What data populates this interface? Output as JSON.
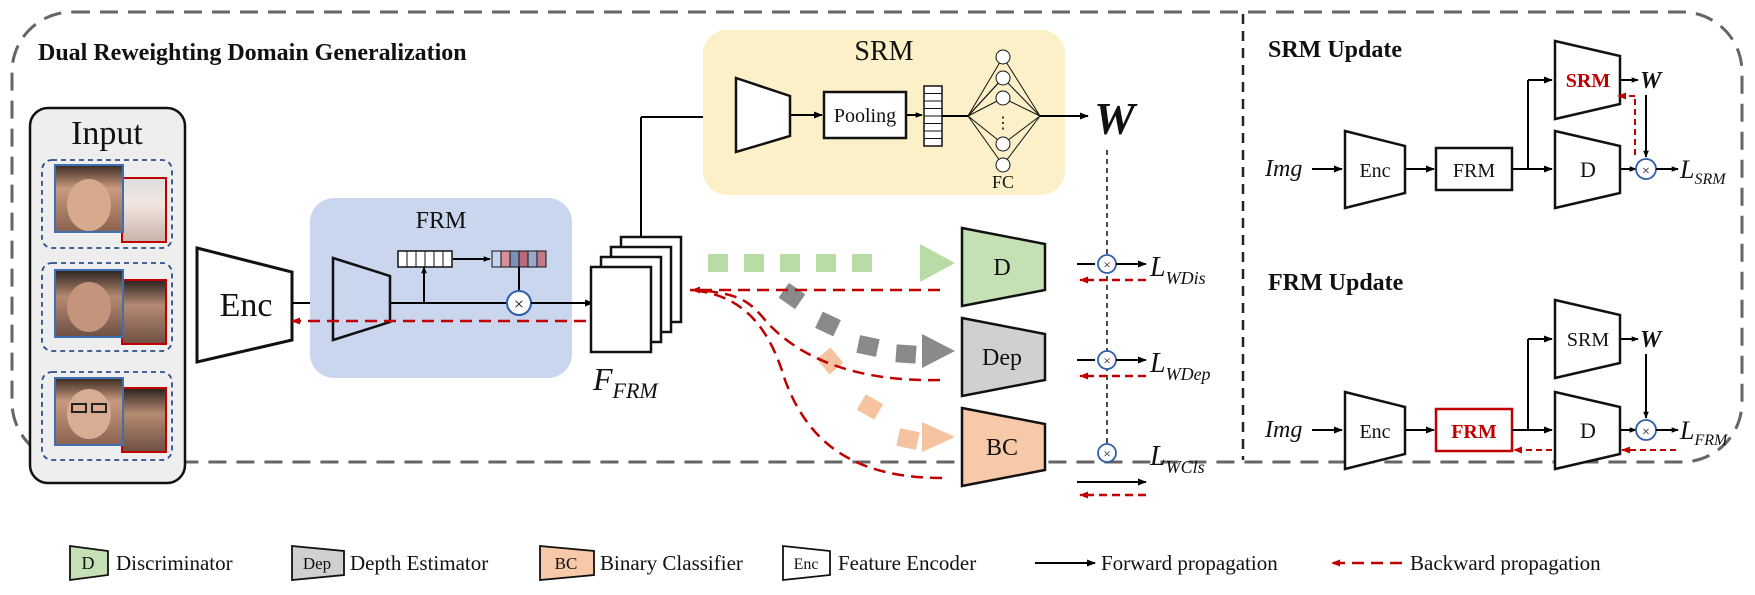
{
  "main": {
    "title": "Dual Reweighting Domain Generalization",
    "input_label": "Input",
    "enc_label": "Enc",
    "frm_label": "FRM",
    "frm_multiply": "×",
    "feature_label": "F",
    "feature_sub": "FRM",
    "srm_label": "SRM",
    "pooling_label": "Pooling",
    "fc_label": "FC",
    "fc_dots": "⋮",
    "weight_label": "W",
    "heads": {
      "d": "D",
      "dep": "Dep",
      "bc": "BC"
    },
    "losses": {
      "dis": {
        "main": "L",
        "sub": "WDis"
      },
      "dep": {
        "main": "L",
        "sub": "WDep"
      },
      "cls": {
        "main": "L",
        "sub": "WCls"
      }
    }
  },
  "srm_update": {
    "title": "SRM Update",
    "img": "Img",
    "enc": "Enc",
    "frm": "FRM",
    "srm": "SRM",
    "d": "D",
    "w": "W",
    "loss_main": "L",
    "loss_sub": "SRM"
  },
  "frm_update": {
    "title": "FRM Update",
    "img": "Img",
    "enc": "Enc",
    "frm": "FRM",
    "srm": "SRM",
    "d": "D",
    "w": "W",
    "loss_main": "L",
    "loss_sub": "FRM"
  },
  "legend": {
    "d_box": "D",
    "d_text": "Discriminator",
    "dep_box": "Dep",
    "dep_text": "Depth Estimator",
    "bc_box": "BC",
    "bc_text": "Binary Classifier",
    "enc_box": "Enc",
    "enc_text": "Feature Encoder",
    "forward_text": "Forward propagation",
    "backward_text": "Backward propagation"
  },
  "colors": {
    "frm_bg": "#c9d6ee",
    "srm_bg": "#fbf0c7",
    "input_bg": "#eeeeee",
    "disc": "#c5e0b4",
    "depth": "#d0d0d0",
    "bc": "#f7c9a8",
    "backward": "#c00000",
    "green_arrow": "#b9dba5",
    "gray_arrow": "#8a8a8a",
    "peach_arrow": "#f5c3a0"
  }
}
